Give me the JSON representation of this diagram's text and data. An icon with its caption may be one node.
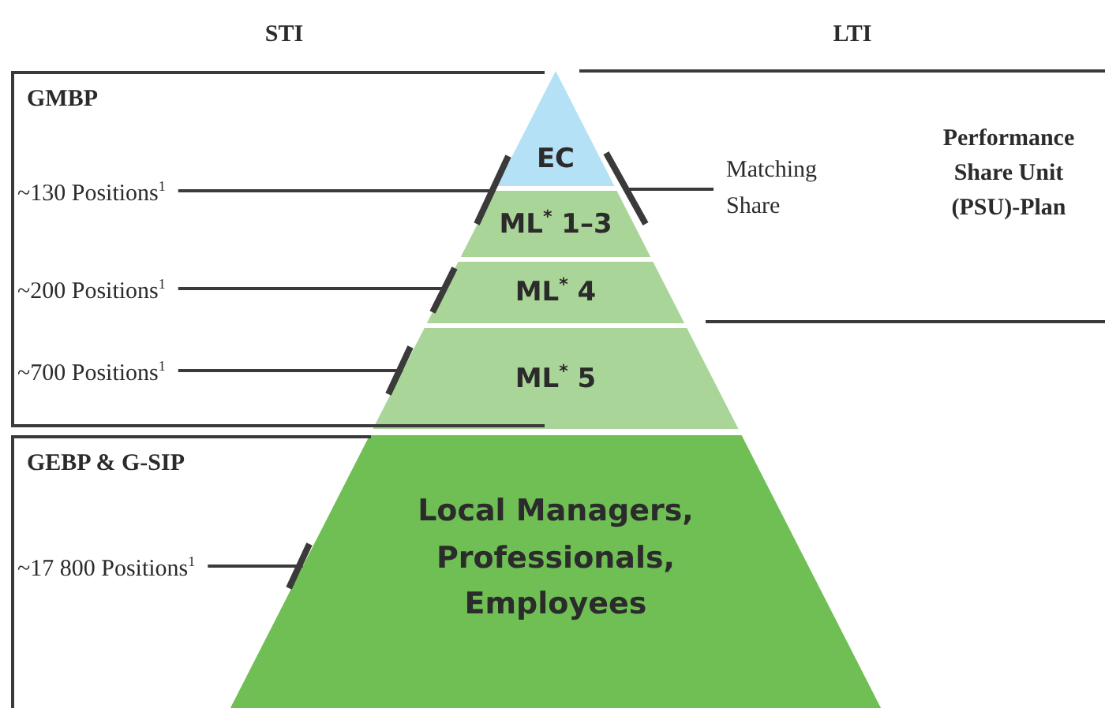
{
  "diagram": {
    "nodes": [
      {
        "text": [
          "GMBP"
        ]
      },
      {
        "text": [
          "~130 Positions$^{1}$"
        ],
        "in": 0
      },
      {
        "text": [
          "~200 Positions$^{1}$"
        ],
        "in": 0
      },
      {
        "text": [
          "~700 Positions$^{1}$"
        ],
        "in": 0
      },
      {
        "text": [
          "EC"
        ]
      },
      {
        "text": [
          "ML$^{*}$ 1–3"
        ]
      },
      {
        "text": [
          "ML$^{*}$ 4"
        ]
      },
      {
        "text": [
          "ML$^{*}$ 5"
        ]
      },
      {
        "text": [
          "Matching Share"
        ]
      },
      {
        "text": [
          "GEBP & G-SIP"
        ]
      },
      {
        "text": [
          "~17 800 Positions$^{1}$"
        ],
        "in": 9
      },
      {
        "text": [
          "Local Managers, Professionals, Employees"
        ]
      }
    ],
    "edges": [
      {
        "from": 1,
        "to": 5,
        "arrow": "none"
      },
      {
        "from": 2,
        "to": 6,
        "arrow": "none"
      },
      {
        "from": 3,
        "to": 7,
        "arrow": "none"
      },
      {
        "from": 10,
        "to": 11,
        "arrow": "none"
      },
      {
        "from": 8,
        "to": 5,
        "arrow": "none"
      }
    ],
    "labels": [
      "STI",
      "LTI",
      "Performance Share Unit (PSU)-Plan"
    ]
  }
}
